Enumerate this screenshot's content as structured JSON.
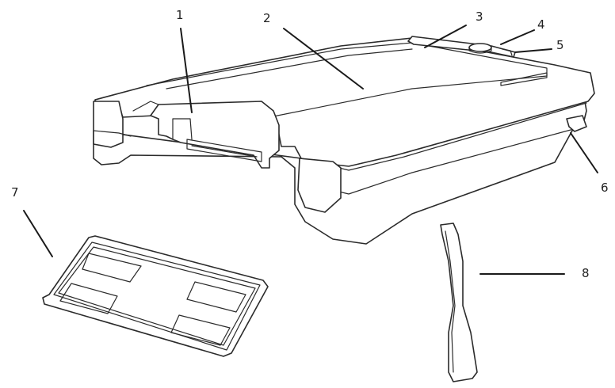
{
  "callouts": [
    {
      "id": "1",
      "label": "1"
    },
    {
      "id": "2",
      "label": "2"
    },
    {
      "id": "3",
      "label": "3"
    },
    {
      "id": "4",
      "label": "4"
    },
    {
      "id": "5",
      "label": "5"
    },
    {
      "id": "6",
      "label": "6"
    },
    {
      "id": "7",
      "label": "7"
    },
    {
      "id": "8",
      "label": "8"
    }
  ],
  "colors": {
    "line": "#2b2b2b",
    "background": "#ffffff"
  }
}
